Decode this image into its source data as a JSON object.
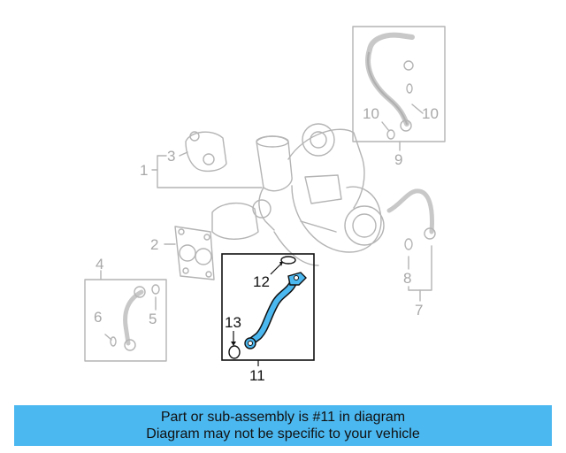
{
  "diagram": {
    "callouts": {
      "c1": "1",
      "c2": "2",
      "c3": "3",
      "c4": "4",
      "c5": "5",
      "c6": "6",
      "c7": "7",
      "c8": "8",
      "c9": "9",
      "c10a": "10",
      "c10b": "10",
      "c11": "11",
      "c12": "12",
      "c13": "13"
    },
    "highlight_color": "#4cb8f0",
    "highlighted_part": "11"
  },
  "banner": {
    "line1": "Part or sub-assembly is #11 in diagram",
    "line2": "Diagram may not be specific to your vehicle"
  }
}
